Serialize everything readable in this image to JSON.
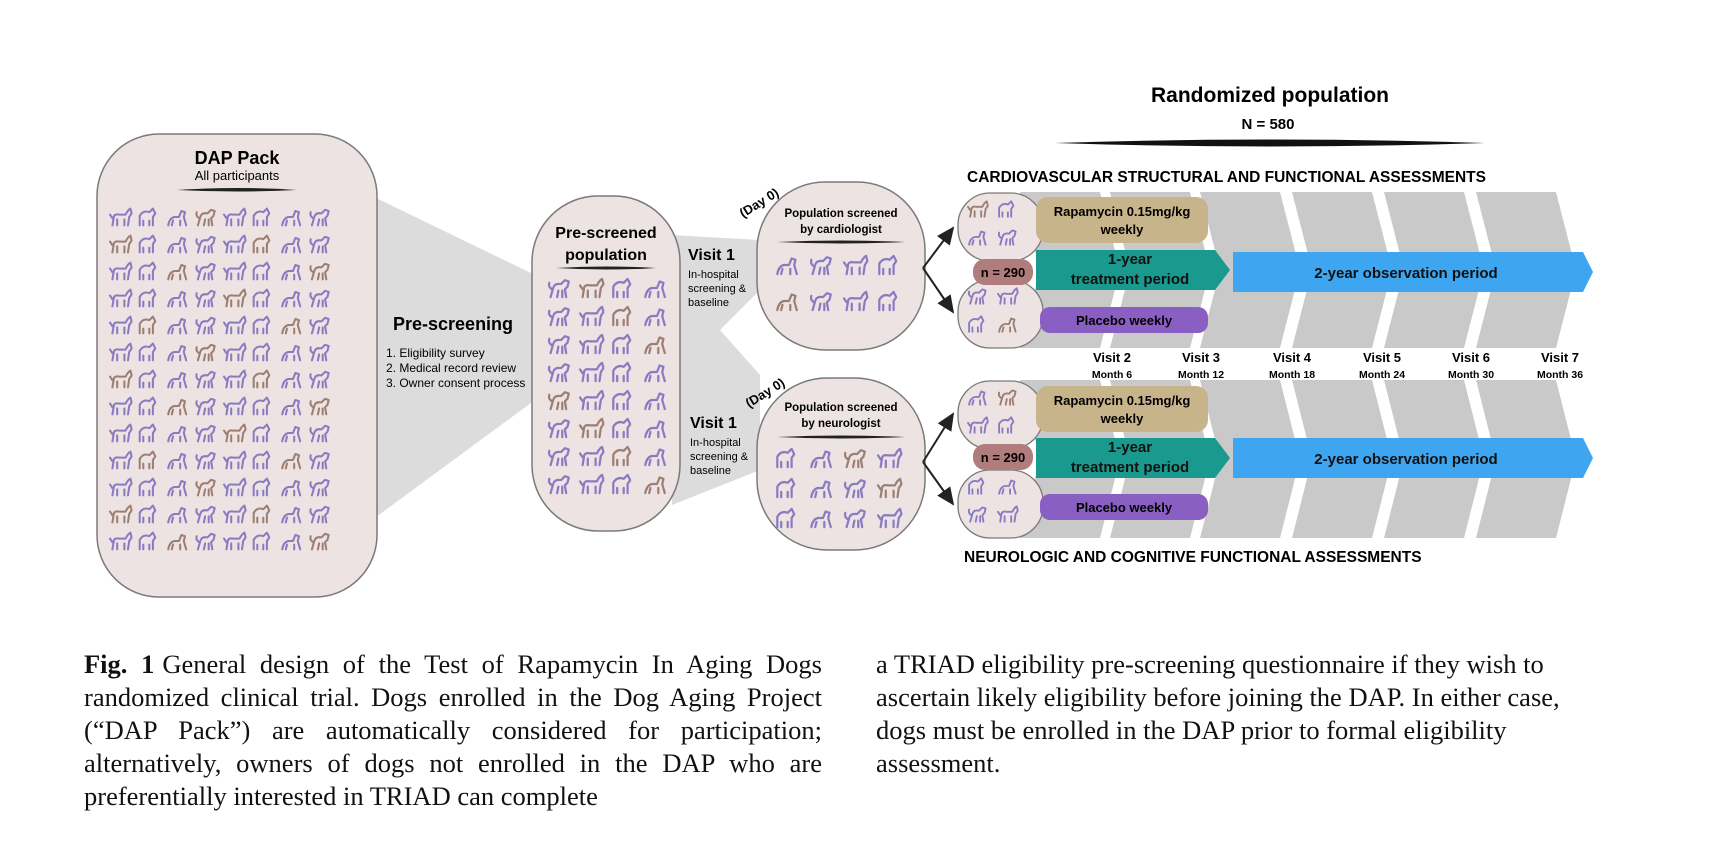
{
  "figure": {
    "randomized": {
      "title": "Randomized population",
      "n": "N = 580"
    },
    "cardio_header": "CARDIOVASCULAR STRUCTURAL AND FUNCTIONAL ASSESSMENTS",
    "neuro_header": "NEUROLOGIC AND COGNITIVE FUNCTIONAL ASSESSMENTS",
    "dap_pack": {
      "title": "DAP Pack",
      "subtitle": "All participants"
    },
    "prescreening": {
      "title": "Pre-screening",
      "steps": [
        "1. Eligibility survey",
        "2. Medical record review",
        "3. Owner consent process"
      ]
    },
    "prescreened": {
      "line1": "Pre-screened",
      "line2": "population"
    },
    "visit1": {
      "title": "Visit 1",
      "lines": [
        "In-hospital",
        "screening &",
        "baseline"
      ]
    },
    "day0": "(Day 0)",
    "cardio_screen": {
      "line1": "Population screened",
      "line2": "by cardiologist"
    },
    "neuro_screen": {
      "line1": "Population screened",
      "line2": "by neurologist"
    },
    "n_group": "n = 290",
    "rapamycin": {
      "line1": "Rapamycin 0.15mg/kg",
      "line2": "weekly"
    },
    "treatment": {
      "line1": "1-year",
      "line2": "treatment period"
    },
    "placebo": "Placebo weekly",
    "observation": "2-year observation period",
    "visits": [
      {
        "visit": "Visit 2",
        "month": "Month 6"
      },
      {
        "visit": "Visit 3",
        "month": "Month 12"
      },
      {
        "visit": "Visit 4",
        "month": "Month 18"
      },
      {
        "visit": "Visit 5",
        "month": "Month 24"
      },
      {
        "visit": "Visit 6",
        "month": "Month 30"
      },
      {
        "visit": "Visit 7",
        "month": "Month 36"
      }
    ],
    "colors": {
      "circle_fill": "#ede3e3",
      "funnel": "#dcdcdc",
      "chevron": "#c9c9c9",
      "rapamycin": "#c8b48a",
      "treatment": "#1a9a8e",
      "placebo": "#8a5fc4",
      "observation": "#3ea6f0",
      "n_badge": "#b07c7c",
      "dog_purple": "#8a7bc0",
      "dog_brown": "#9c7f72"
    }
  },
  "caption": {
    "label": "Fig. 1",
    "left": "General design of the Test of Rapamycin In Aging Dogs randomized clinical trial. Dogs enrolled in the Dog Aging Project (“DAP Pack”) are automatically considered for participation; alternatively, owners of dogs not enrolled in the DAP who are preferentially interested in TRIAD can complete",
    "right": "a TRIAD eligibility pre-screening questionnaire if they wish to ascertain likely eligibility before joining the DAP. In either case, dogs must be enrolled in the DAP prior to formal eligibility assessment."
  }
}
